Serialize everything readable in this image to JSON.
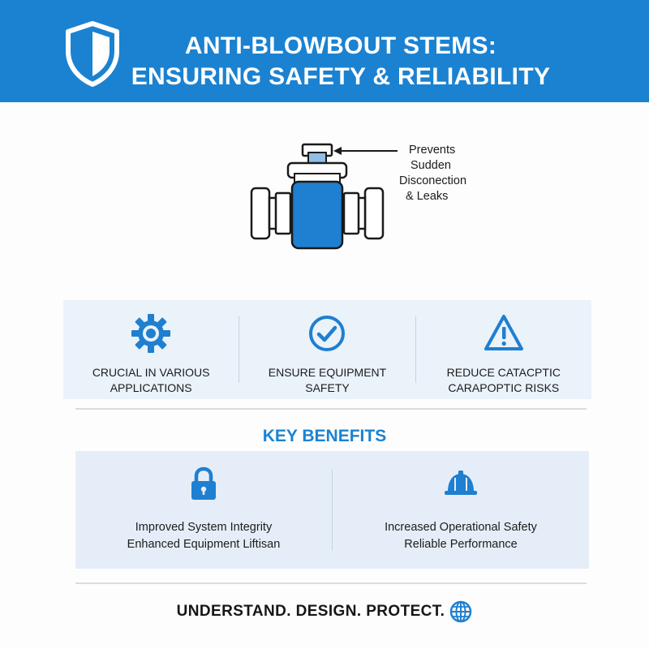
{
  "header": {
    "title_line1": "ANTI-BLOWBOUT STEMS:",
    "title_line2": "ENSURING SAFETY & RELIABILITY",
    "icon": "shield-icon",
    "background": "#1b82d1"
  },
  "diagram": {
    "icon": "valve-icon",
    "callout_lines": [
      "Prevents",
      "Sudden",
      "Disconection",
      "& Leaks"
    ]
  },
  "features": [
    {
      "icon": "gear-icon",
      "lines": [
        "CRUCIAL IN VARIOUS",
        "APPLICATIONS"
      ]
    },
    {
      "icon": "check-circle-icon",
      "lines": [
        "ENSURE EQUIPMENT",
        "SAFETY"
      ]
    },
    {
      "icon": "warning-icon",
      "lines": [
        "REDUCE CATACPTIC",
        "CARAPOPTIC RISKS"
      ]
    }
  ],
  "key_benefits": {
    "title": "KEY BENEFITS",
    "items": [
      {
        "icon": "lock-icon",
        "lines": [
          "Improved System Integrity",
          "Enhanced Equipment Liftisan"
        ]
      },
      {
        "icon": "hard-hat-icon",
        "lines": [
          "Increased Operational Safety",
          "Reliable Performance"
        ]
      }
    ]
  },
  "tagline": {
    "text": "UNDERSTAND. DESIGN. PROTECT.",
    "icon": "globe-icon"
  },
  "colors": {
    "accent": "#1b82d1",
    "panel": "#eaf2fa",
    "text": "#1c1c1c"
  }
}
